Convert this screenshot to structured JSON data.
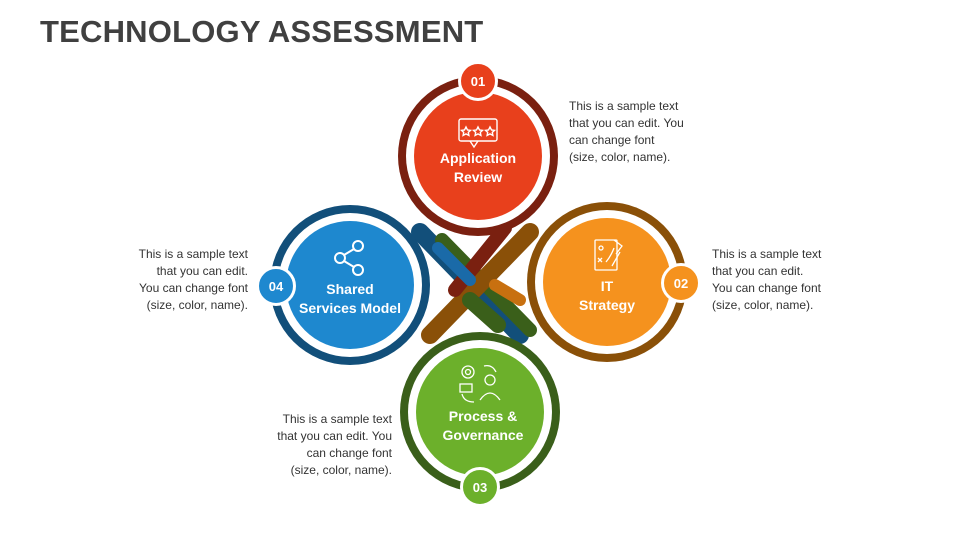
{
  "title": "TECHNOLOGY ASSESSMENT",
  "colors": {
    "app_outer": "#7a2010",
    "app_inner": "#e8401c",
    "it_outer": "#8a5008",
    "it_inner": "#f5921e",
    "process_outer": "#3a5f1a",
    "process_inner": "#6cb02b",
    "shared_outer": "#124f7a",
    "shared_inner": "#1e88cf"
  },
  "items": [
    {
      "number": "01",
      "label": "Application\nReview",
      "icon": "rating-message-icon",
      "text": "This is a sample text\nthat you can edit. You\ncan change font\n(size, color, name)."
    },
    {
      "number": "02",
      "label": "IT\nStrategy",
      "icon": "strategy-board-icon",
      "text": "This is a sample text\nthat you can edit.\nYou can change font\n(size, color, name)."
    },
    {
      "number": "03",
      "label": "Process &\nGovernance",
      "icon": "gear-person-icon",
      "text": "This is a sample text\nthat you can edit. You\ncan change font\n(size, color, name)."
    },
    {
      "number": "04",
      "label": "Shared\nServices Model",
      "icon": "share-icon",
      "text": "This is a sample text\nthat you can edit.\nYou can change font\n(size, color, name)."
    }
  ]
}
